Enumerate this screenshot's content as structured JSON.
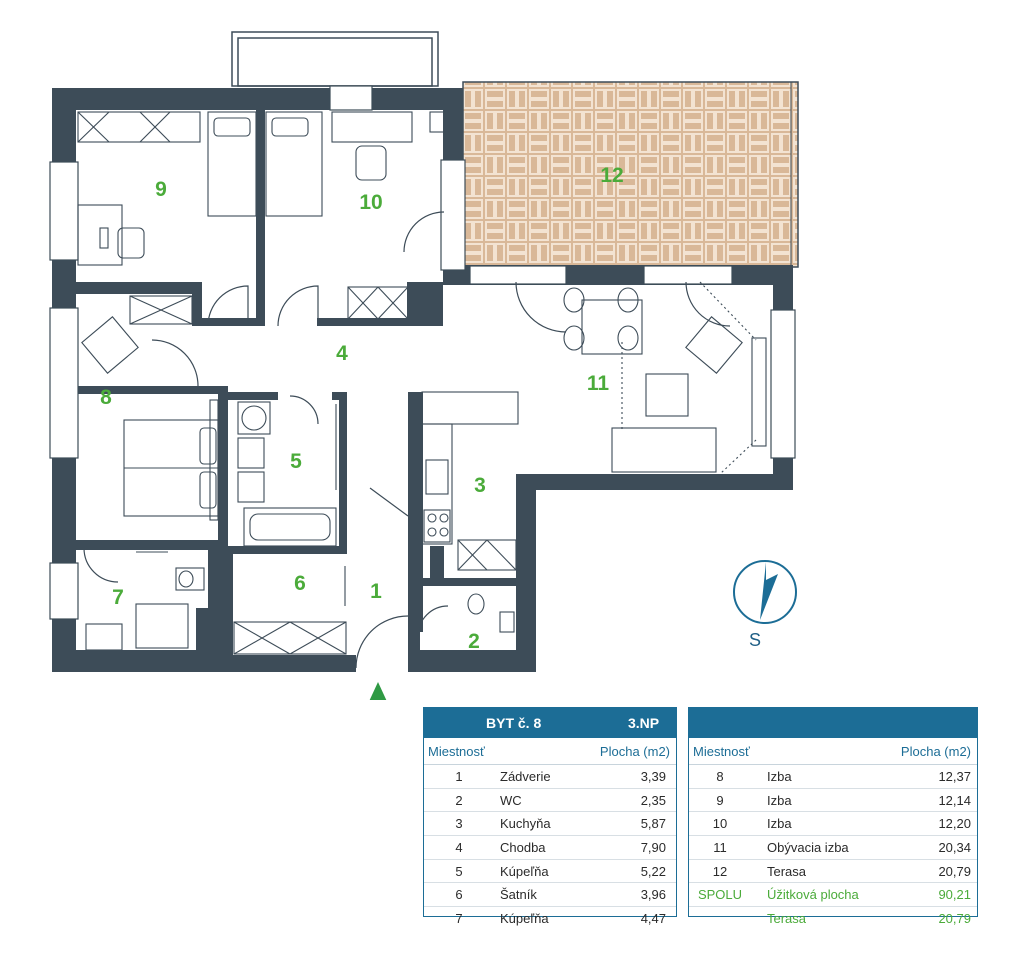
{
  "rooms": [
    {
      "num": "1"
    },
    {
      "num": "2"
    },
    {
      "num": "3"
    },
    {
      "num": "4"
    },
    {
      "num": "5"
    },
    {
      "num": "6"
    },
    {
      "num": "7"
    },
    {
      "num": "8"
    },
    {
      "num": "9"
    },
    {
      "num": "10"
    },
    {
      "num": "11"
    },
    {
      "num": "12"
    }
  ],
  "compass": {
    "label": "S"
  },
  "table_left": {
    "title": "BYT č. 8",
    "floor": "3.NP",
    "col_room": "Miestnosť",
    "col_area": "Plocha (m2)",
    "rows": [
      {
        "no": "1",
        "name": "Zádverie",
        "area": "3,39"
      },
      {
        "no": "2",
        "name": "WC",
        "area": "2,35"
      },
      {
        "no": "3",
        "name": "Kuchyňa",
        "area": "5,87"
      },
      {
        "no": "4",
        "name": "Chodba",
        "area": "7,90"
      },
      {
        "no": "5",
        "name": "Kúpeľňa",
        "area": "5,22"
      },
      {
        "no": "6",
        "name": "Šatník",
        "area": "3,96"
      },
      {
        "no": "7",
        "name": "Kúpeľňa",
        "area": "4,47"
      }
    ]
  },
  "table_right": {
    "col_room": "Miestnosť",
    "col_area": "Plocha (m2)",
    "rows": [
      {
        "no": "8",
        "name": "Izba",
        "area": "12,37"
      },
      {
        "no": "9",
        "name": "Izba",
        "area": "12,14"
      },
      {
        "no": "10",
        "name": "Izba",
        "area": "12,20"
      },
      {
        "no": "11",
        "name": "Obývacia izba",
        "area": "20,34"
      },
      {
        "no": "12",
        "name": "Terasa",
        "area": "20,79"
      },
      {
        "no": "SPOLU",
        "name": "Úžitková plocha",
        "area": "90,21"
      },
      {
        "no": "",
        "name": "Terasa",
        "area": "20,79"
      }
    ]
  },
  "colors": {
    "wall": "#3d4c58",
    "accent": "#1c6d96",
    "label": "#4bab3a",
    "terrace": "#d9b898"
  }
}
